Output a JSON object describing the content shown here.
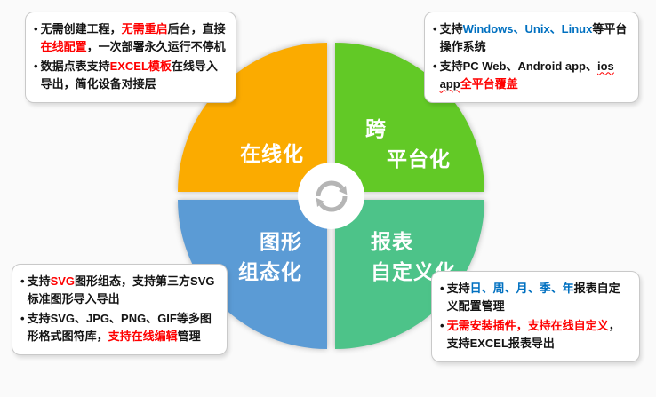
{
  "ui": {
    "bullet": "•",
    "background": "#fafafa"
  },
  "colors": {
    "emphasis_red": "#ff0000",
    "emphasis_blue": "#0070c0",
    "arrow_gray": "#b5b5b5"
  },
  "wheel": {
    "center_icon": "sync-arrows",
    "quadrants": {
      "online": {
        "color": "#fbab00",
        "line1": "在线化",
        "line2": ""
      },
      "cross_platform": {
        "color": "#62c926",
        "line1": "跨",
        "line2": "平台化"
      },
      "graphics": {
        "color": "#5b9bd5",
        "line1": "图形",
        "line2": "组态化"
      },
      "report": {
        "color": "#4dc389",
        "line1": "报表",
        "line2": "自定义化"
      }
    }
  },
  "callouts": {
    "online_features": {
      "items": [
        {
          "segments": [
            {
              "t": "无需创建工程，"
            },
            {
              "t": "无需重启",
              "c": "red"
            },
            {
              "t": "后台，直接"
            },
            {
              "t": "在线配置",
              "c": "red"
            },
            {
              "t": "，一次部署永久运行不停机"
            }
          ]
        },
        {
          "segments": [
            {
              "t": "数据点表支持"
            },
            {
              "t": "EXCEL模板",
              "c": "red"
            },
            {
              "t": "在线导入导出，简化设备对接层"
            }
          ]
        }
      ]
    },
    "platform_features": {
      "items": [
        {
          "segments": [
            {
              "t": "支持"
            },
            {
              "t": "Windows、Unix、Linux",
              "c": "blue"
            },
            {
              "t": "等平台操作系统"
            }
          ]
        },
        {
          "segments": [
            {
              "t": "支持PC Web、Android app、"
            },
            {
              "t": "ios app",
              "u": true
            },
            {
              "t": "全平台覆盖",
              "c": "red"
            }
          ]
        }
      ]
    },
    "graphics_features": {
      "items": [
        {
          "segments": [
            {
              "t": "支持"
            },
            {
              "t": "SVG",
              "c": "red"
            },
            {
              "t": "图形组态，支持第三方SVG标准图形导入导出"
            }
          ]
        },
        {
          "segments": [
            {
              "t": "支持SVG、JPG、PNG、GIF等多图形格式图符库，"
            },
            {
              "t": "支持在线编辑",
              "c": "red"
            },
            {
              "t": "管理"
            }
          ]
        }
      ]
    },
    "report_features": {
      "items": [
        {
          "segments": [
            {
              "t": "支持"
            },
            {
              "t": "日、周、月、季、年",
              "c": "blue"
            },
            {
              "t": "报表自定义配置管理"
            }
          ]
        },
        {
          "segments": [
            {
              "t": "无需安装插件，支持在线自定义",
              "c": "red"
            },
            {
              "t": "，支持EXCEL报表导出"
            }
          ]
        }
      ]
    }
  }
}
